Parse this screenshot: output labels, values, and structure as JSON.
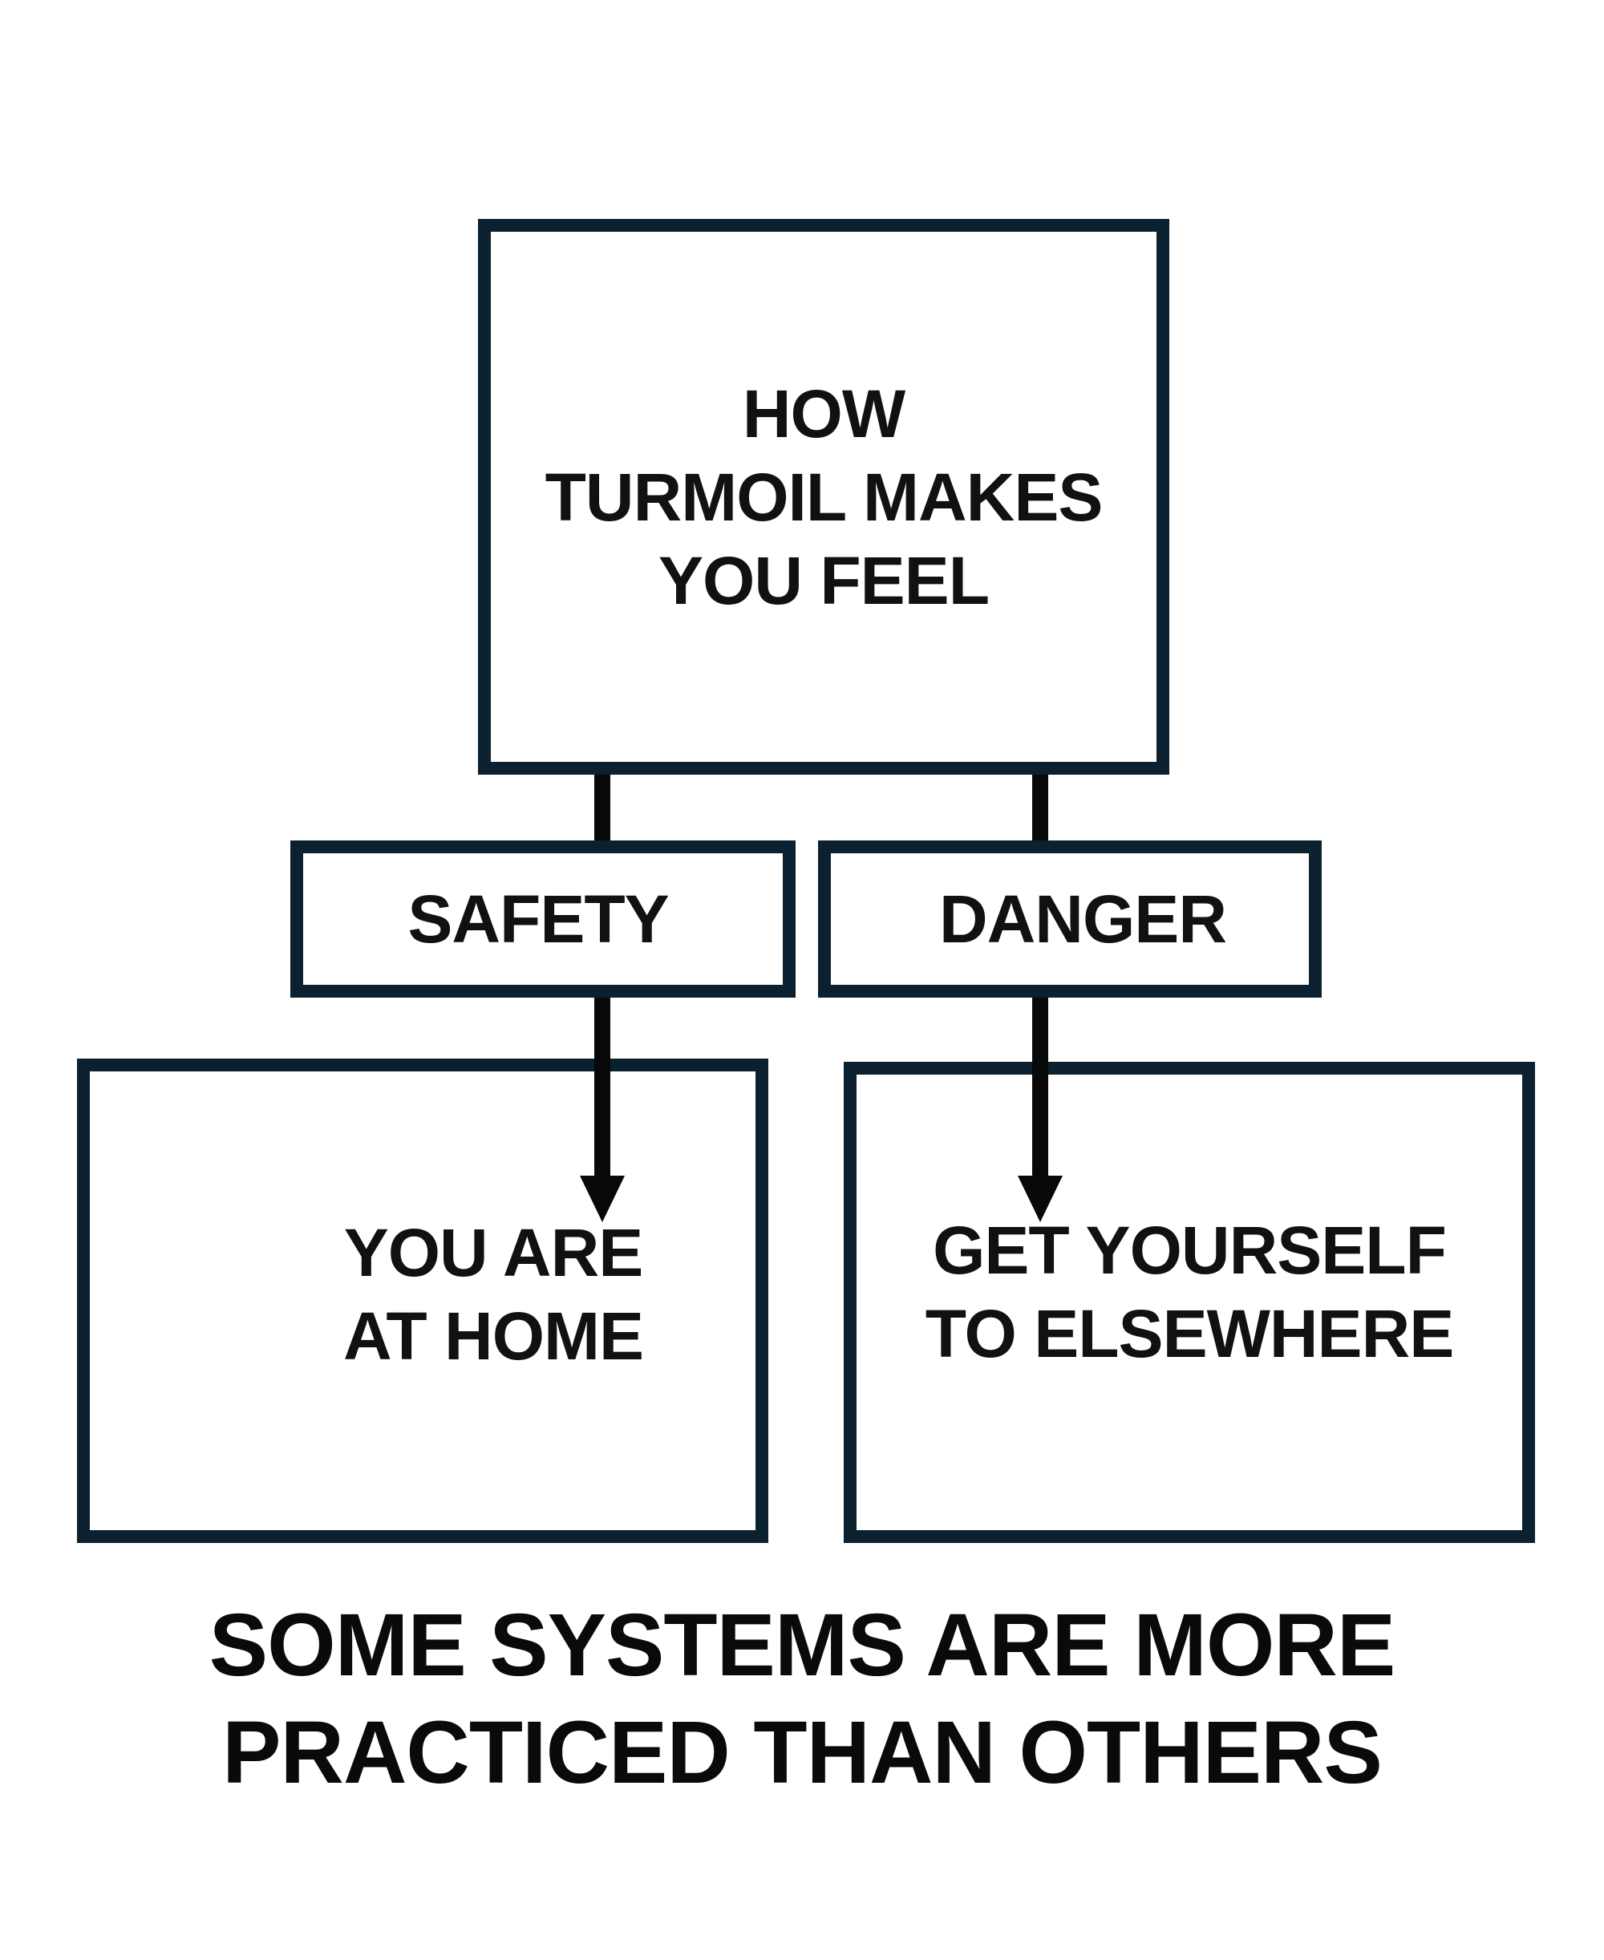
{
  "diagram": {
    "top_box": {
      "text": "HOW\nTURMOIL MAKES\nYOU FEEL"
    },
    "branches": {
      "safety_label": "SAFETY",
      "danger_label": "DANGER"
    },
    "outcomes": {
      "safety_outcome": "YOU ARE\nAT HOME",
      "danger_outcome": "GET YOURSELF\nTO ELSEWHERE"
    },
    "caption": {
      "line1": "SOME SYSTEMS ARE MORE",
      "line2": "PRACTICED THAN OTHERS"
    },
    "colors": {
      "box_border": "#0c2130",
      "arrow": "#080808",
      "text": "#111111",
      "background": "#ffffff"
    }
  }
}
